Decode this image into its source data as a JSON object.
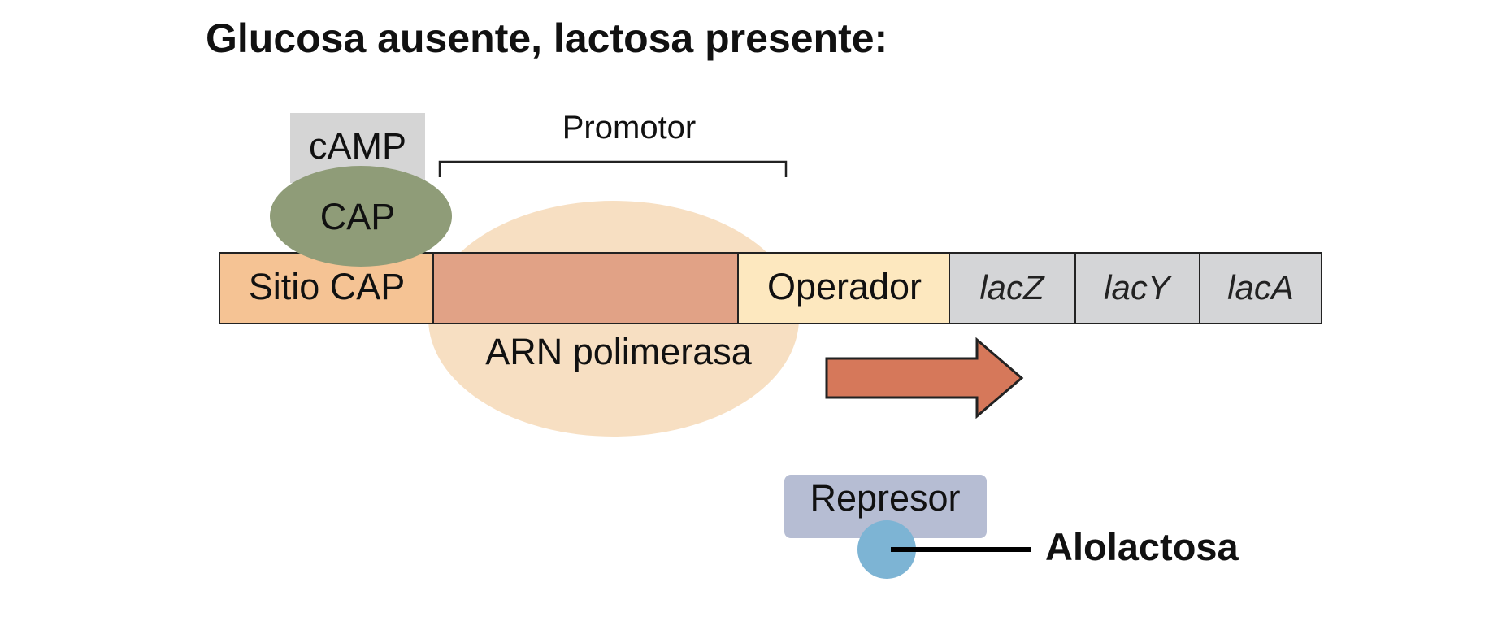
{
  "title": "Glucosa ausente, lactosa presente:",
  "labels": {
    "camp": "cAMP",
    "cap": "CAP",
    "promoter": "Promotor",
    "cap_site": "Sitio CAP",
    "operator": "Operador",
    "rna_polymerase": "ARN polimerasa",
    "repressor": "Represor",
    "allolactose": "Alolactosa"
  },
  "genes": [
    "lacZ",
    "lacY",
    "lacA"
  ],
  "colors": {
    "cap_site": "#f5c394",
    "promoter_segment": "#e1a286",
    "operator": "#fde8bf",
    "genes": "#d4d5d7",
    "cap_protein": "#8f9c78",
    "camp_box": "#d5d5d5",
    "rna_polymerase": "#f7dfc2",
    "transcription_arrow": "#d6785a",
    "repressor": "#b6bdd3",
    "allolactose": "#7db4d4"
  }
}
